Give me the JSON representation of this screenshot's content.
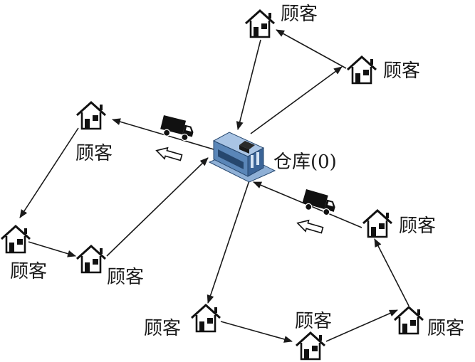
{
  "labels": {
    "customer": "顾客",
    "depot": "仓库(0)"
  },
  "nodes": [
    {
      "id": "depot",
      "label": "仓库(0)",
      "icon": "warehouse-icon"
    },
    {
      "id": "c1",
      "label": "顾客",
      "icon": "house-icon"
    },
    {
      "id": "c2",
      "label": "顾客",
      "icon": "house-icon"
    },
    {
      "id": "c3",
      "label": "顾客",
      "icon": "house-icon"
    },
    {
      "id": "c4",
      "label": "顾客",
      "icon": "house-icon"
    },
    {
      "id": "c5",
      "label": "顾客",
      "icon": "house-icon"
    },
    {
      "id": "c6",
      "label": "顾客",
      "icon": "house-icon"
    },
    {
      "id": "c7",
      "label": "顾客",
      "icon": "house-icon"
    },
    {
      "id": "c8",
      "label": "顾客",
      "icon": "house-icon"
    },
    {
      "id": "c9",
      "label": "顾客",
      "icon": "house-icon"
    }
  ],
  "routes": [
    [
      "depot",
      "c2",
      "c1",
      "depot"
    ],
    [
      "depot",
      "c3",
      "c4",
      "c5",
      "depot"
    ],
    [
      "depot",
      "c6",
      "c7",
      "c8",
      "c9",
      "depot"
    ]
  ],
  "colors": {
    "line": "#1a1a1a",
    "depot_blue": "#5a86b8",
    "depot_dark": "#26476e"
  }
}
